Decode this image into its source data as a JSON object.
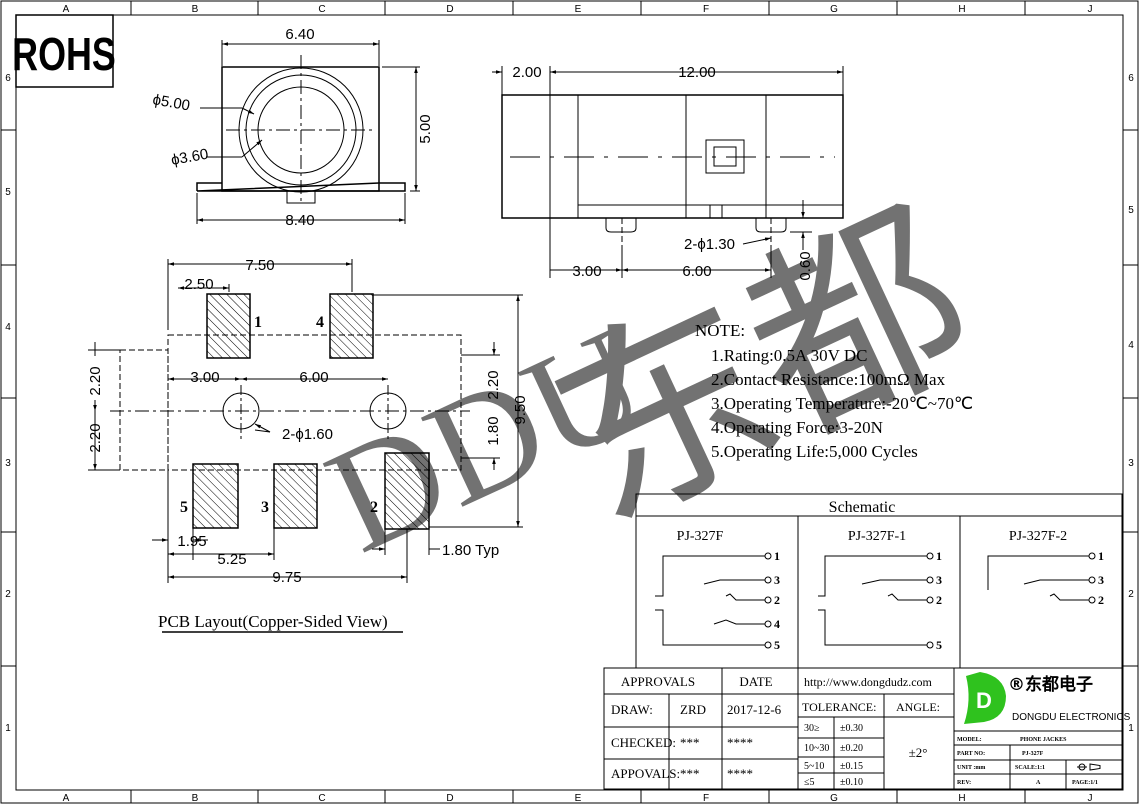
{
  "frame": {
    "col_labels": [
      "A",
      "B",
      "C",
      "D",
      "E",
      "F",
      "G",
      "H",
      "J"
    ],
    "row_labels": [
      "6",
      "5",
      "4",
      "3",
      "2",
      "1"
    ]
  },
  "rohs": "ROHS",
  "watermark": {
    "latin": "DDU",
    "cjk": "东都",
    "color": "#00e5f0"
  },
  "front_view": {
    "width_top": "6.40",
    "dia_outer": "ϕ5.00",
    "dia_inner": "ϕ3.60",
    "height": "5.00",
    "width_bottom": "8.40"
  },
  "side_view": {
    "dim_left": "2.00",
    "length": "12.00",
    "pins_dia": "2-ϕ1.30",
    "pin_len": "0.60",
    "pin1": "3.00",
    "pin2": "6.00"
  },
  "pcb_layout": {
    "dim_7_50": "7.50",
    "dim_2_50": "2.50",
    "dim_3_00": "3.00",
    "dim_6_00": "6.00",
    "dim_2_20_left": "2.20",
    "dim_2_20_left2": "2.20",
    "dim_2_20_right": "2.20",
    "dim_1_80": "1.80",
    "dim_9_50": "9.50",
    "holes_dia": "2-ϕ1.60",
    "dim_1_95": "1.95",
    "dim_5_25": "5.25",
    "dim_9_75": "9.75",
    "dim_1_80_typ": "1.80 Typ",
    "pad_labels": [
      "1",
      "4",
      "5",
      "3",
      "2"
    ],
    "caption": "PCB Layout(Copper-Sided View)"
  },
  "notes": {
    "heading": "NOTE:",
    "items": [
      "1.Rating:0.5A 30V DC",
      "2.Contact Resistance:100mΩ Max",
      "3.Operating Temperature:-20℃~70℃",
      "4.Operating Force:3-20N",
      "5.Operating Life:5,000 Cycles"
    ]
  },
  "schematic": {
    "title": "Schematic",
    "models": [
      {
        "name": "PJ-327F",
        "pins": [
          "1",
          "3",
          "2",
          "4",
          "5"
        ]
      },
      {
        "name": "PJ-327F-1",
        "pins": [
          "1",
          "3",
          "2",
          "5"
        ]
      },
      {
        "name": "PJ-327F-2",
        "pins": [
          "1",
          "3",
          "2"
        ]
      }
    ]
  },
  "title_block": {
    "approvals_header": "APPROVALS",
    "date_header": "DATE",
    "rows": [
      {
        "label": "DRAW:",
        "name": "ZRD",
        "date": "2017-12-6"
      },
      {
        "label": "CHECKED:",
        "name": "***",
        "date": "****"
      },
      {
        "label": "APPOVALS:",
        "name": "***",
        "date": "****"
      }
    ],
    "url": "http://www.dongdudz.com",
    "tolerance_header": "TOLERANCE:",
    "tolerances": [
      {
        "range": "30≥",
        "value": "±0.30"
      },
      {
        "range": "10~30",
        "value": "±0.20"
      },
      {
        "range": "5~10",
        "value": "±0.15"
      },
      {
        "range": "≤5",
        "value": "±0.10"
      }
    ],
    "angle_header": "ANGLE:",
    "angle_value": "±2°",
    "company_cn": "®东都电子",
    "company_en": "DONGDU ELECTRONICS",
    "logo_letter": "D",
    "logo_color": "#2fc21e",
    "model_label": "MODEL:",
    "model_value": "PHONE JACKES",
    "part_label": "PART NO:",
    "part_value": "PJ-327F",
    "unit_label": "UNIT :mm",
    "scale_label": "SCALE:1:1",
    "rev_label": "REV:",
    "rev_value": "A",
    "page_label": "PAGE:1/1"
  }
}
